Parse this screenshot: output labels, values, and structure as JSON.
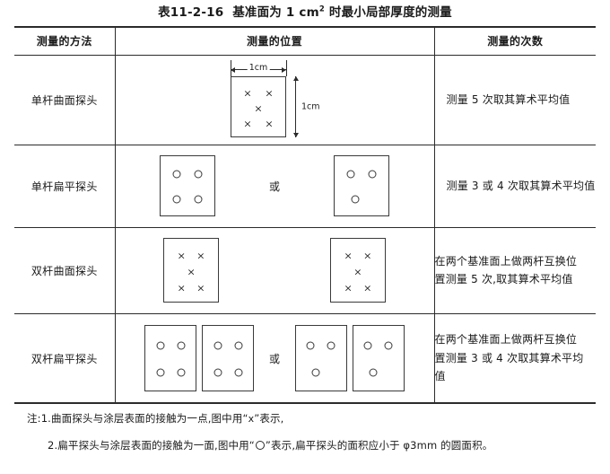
{
  "title": {
    "number": "表11-2-16",
    "text_before": "基准面为 1 cm",
    "superscript": "2",
    "text_after": " 时最小局部厚度的测量",
    "full": "表11-2-16  基准面为 1 cm² 时最小局部厚度的测量"
  },
  "table": {
    "headers": {
      "method": "测量的方法",
      "position": "测量的位置",
      "times": "测量的次数"
    },
    "rows": [
      {
        "method": "单杆曲面探头",
        "times": "测量 5 次取其算术平均值",
        "times_lines": [
          "测量 5 次取其算术平均值"
        ],
        "diagram": {
          "kind": "dimensioned-square",
          "marks": "x",
          "mark_count": 5,
          "dim_width_label": "1cm",
          "dim_height_label": "1cm"
        }
      },
      {
        "method": "单杆扁平探头",
        "times": "测量 3 或 4 次取其算术平均值",
        "times_lines": [
          "测量 3 或 4 次取其算术平均值"
        ],
        "connector": "或",
        "diagram": {
          "kind": "squares-with-connector",
          "marks": "o",
          "group_a_counts": [
            4
          ],
          "group_b_counts": [
            3
          ]
        }
      },
      {
        "method": "双杆曲面探头",
        "times": "在两个基准面上做两杆互换位置测量 5 次,取其算术平均值",
        "times_lines": [
          "在两个基准面上做两杆互换位",
          "置测量 5 次,取其算术平均值"
        ],
        "diagram": {
          "kind": "squares",
          "marks": "x",
          "group_a_counts": [
            5,
            5
          ]
        }
      },
      {
        "method": "双杆扁平探头",
        "times": "在两个基准面上做两杆互换位置测量 3 或 4 次取其算术平均值",
        "times_lines": [
          "在两个基准面上做两杆互换位",
          "置测量 3 或 4 次取其算术平均",
          "值"
        ],
        "connector": "或",
        "diagram": {
          "kind": "squares-with-connector",
          "marks": "o",
          "group_a_counts": [
            4,
            4
          ],
          "group_b_counts": [
            3,
            3
          ]
        }
      }
    ]
  },
  "notes": {
    "label": "注:",
    "item1_index": "1.",
    "item1_a": "曲面探头与涂层表面的接触为一点,图中用“",
    "item1_glyph": "x",
    "item1_b": "”表示,",
    "item2_index": "2.",
    "item2_a": "扁平探头与涂层表面的接触为一面,图中用“",
    "item2_b": "”表示,扁平探头的面积应小于 φ3mm 的圆面积。"
  }
}
